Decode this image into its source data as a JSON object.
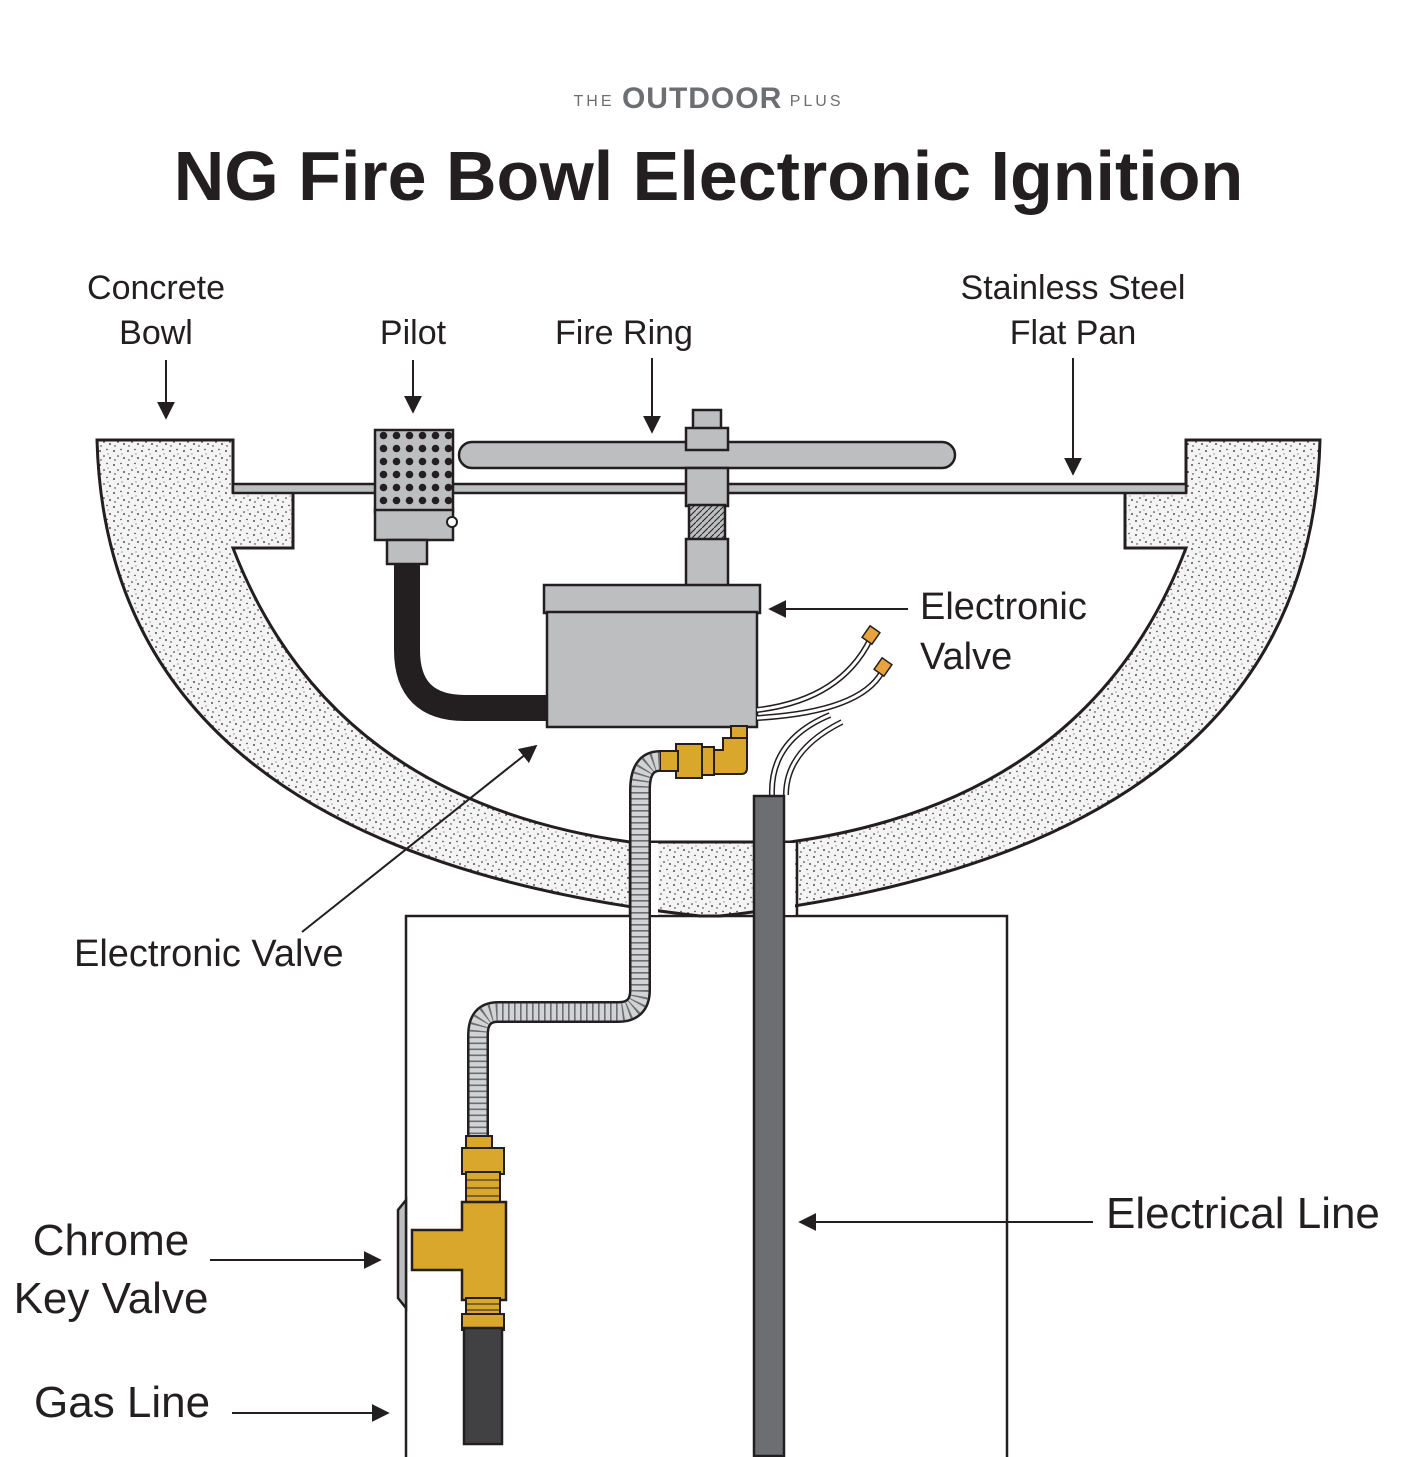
{
  "brand": {
    "prefix": "THE",
    "name": "OUTDOOR",
    "suffix": "PLUS"
  },
  "title": "NG Fire Bowl Electronic Ignition",
  "labels": {
    "concrete_bowl_line1": "Concrete",
    "concrete_bowl_line2": "Bowl",
    "pilot": "Pilot",
    "fire_ring": "Fire Ring",
    "flat_pan_line1": "Stainless Steel",
    "flat_pan_line2": "Flat Pan",
    "electronic_valve_right_line1": "Electronic",
    "electronic_valve_right_line2": "Valve",
    "electronic_valve_left": "Electronic Valve",
    "electrical_line": "Electrical Line",
    "key_valve_line1": "Chrome",
    "key_valve_line2": "Key Valve",
    "gas_line": "Gas Line"
  },
  "colors": {
    "concrete": "#ebebeb",
    "outline": "#231f20",
    "metal": "#bcbec0",
    "dark_metal": "#6d6e71",
    "brass": "#d9a72b",
    "hose": "#231f20"
  }
}
